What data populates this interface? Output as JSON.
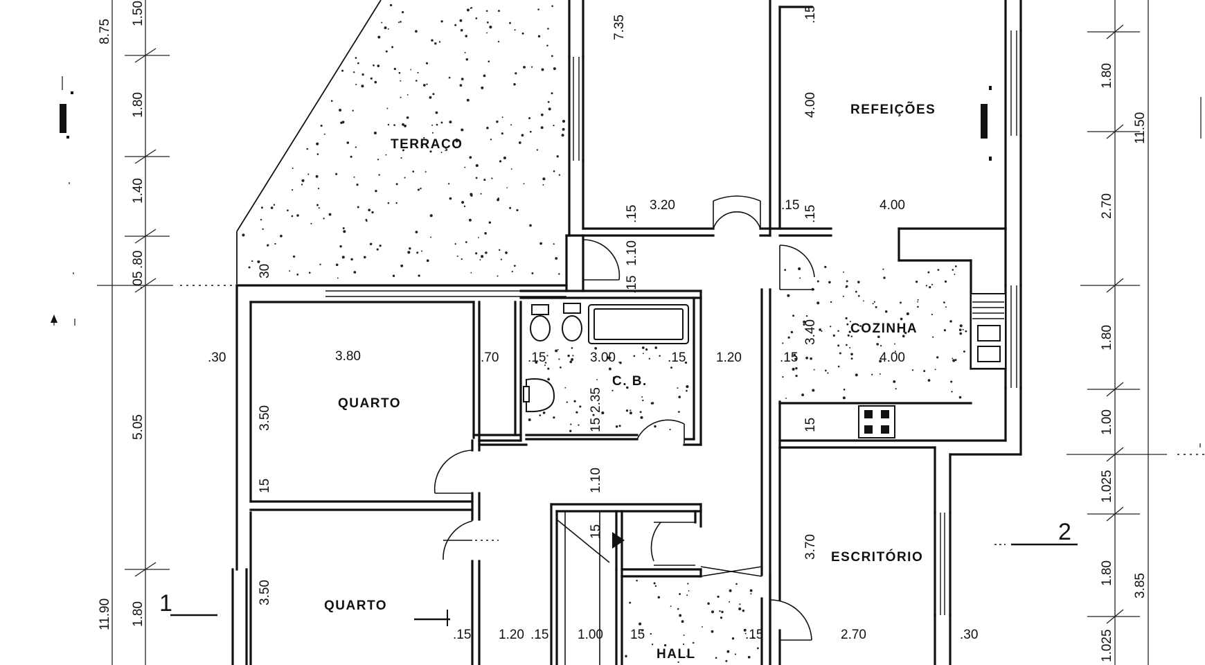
{
  "rooms": {
    "terraco": "TERRAÇO",
    "refeicoes": "REFEIÇÕES",
    "cozinha": "COZINHA",
    "quarto_1": "QUARTO",
    "quarto_2": "QUARTO",
    "cb": "C. B.",
    "escritorio": "ESCRITÓRIO",
    "hall": "HALL"
  },
  "markers": {
    "section_1": "1",
    "section_2": "2"
  },
  "dimensions": {
    "left_outer": [
      "8.75",
      "11.90"
    ],
    "left_inner": [
      "1.50",
      "1.80",
      "1.40",
      ".80",
      ".05",
      "5.05",
      "1.80"
    ],
    "right_outer": [
      "11.50",
      "3.85"
    ],
    "right_inner": [
      "1.80",
      "2.70",
      "1.80",
      "1.00",
      "1.025",
      "1.80",
      "1.025"
    ],
    "top_center": "7.35",
    "top_right": ".15",
    "refeicoes_h": "4.00",
    "refeicoes_w": "4.00",
    "refeicoes_side": ".15",
    "refeicoes_side_v": ".15",
    "corridor_w": "3.20",
    "corridor_side": ".15",
    "corridor_side2": "1.10",
    "corridor_side3": ".15",
    "terraco_side": "30",
    "quarto1_w": "3.80",
    "quarto1_h": "3.50",
    "quarto1_left": ".30",
    "quarto1_bottom": "15",
    "closet_w": ".70",
    "cb_left": ".15",
    "cb_w": "3.00",
    "cb_right": ".15",
    "cb_h": "2.35",
    "cb_bottom": "15",
    "hall_w": "1.20",
    "cozinha_left": ".15",
    "cozinha_h": "3.40",
    "cozinha_w": "4.00",
    "cozinha_bottom": "15",
    "passage": "1.10",
    "quarto2_h": "3.50",
    "stair_top": "15",
    "escritorio_h": "3.70",
    "escritorio_w": "2.70",
    "escritorio_right": ".30",
    "bottom_a": ".15",
    "bottom_b": "1.20",
    "bottom_c": ".15",
    "bottom_d": "1.00",
    "bottom_e": "15",
    "bottom_f": ".15"
  }
}
